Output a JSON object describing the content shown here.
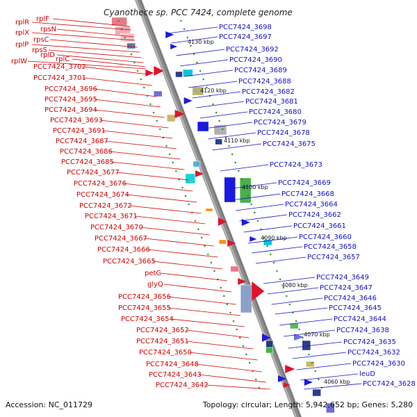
{
  "title": "Cyanothece sp. PCC 7424, complete genome",
  "accession": "Accession: NC_011729",
  "summary": "Topology: circular; Length: 5,942,652 bp; Genes: 5,280",
  "colors": {
    "axis": "#8c8c8c",
    "left_label": "#d00000",
    "right_label": "#1010c8",
    "tick": "#2a8a2a"
  },
  "ticks": [
    "4130 kbp",
    "4120 kbp",
    "4110 kbp",
    "4100 kbp",
    "4090 kbp",
    "4080 kbp",
    "4070 kbp",
    "4060 kbp"
  ],
  "left_labels": [
    "rplF",
    "rplR",
    "rpsN",
    "rplX",
    "rpsC",
    "rplP",
    "rpsS",
    "rplD",
    "rplW",
    "rplC",
    "PCC7424_3702",
    "PCC7424_3701",
    "PCC7424_3696",
    "PCC7424_3695",
    "PCC7424_3694",
    "PCC7424_3693",
    "PCC7424_3691",
    "PCC7424_3687",
    "PCC7424_3686",
    "PCC7424_3685",
    "PCC7424_3677",
    "PCC7424_3676",
    "PCC7424_3674",
    "PCC7424_3672",
    "PCC7424_3671",
    "PCC7424_3670",
    "PCC7424_3667",
    "PCC7424_3666",
    "PCC7424_3665",
    "petG",
    "glyQ",
    "PCC7424_3656",
    "PCC7424_3655",
    "PCC7424_3654",
    "PCC7424_3652",
    "PCC7424_3651",
    "PCC7424_3650",
    "PCC7424_3648",
    "PCC7424_3643",
    "PCC7424_3642"
  ],
  "right_labels": [
    "PCC7424_3698",
    "PCC7424_3697",
    "PCC7424_3692",
    "PCC7424_3690",
    "PCC7424_3689",
    "PCC7424_3688",
    "PCC7424_3682",
    "PCC7424_3681",
    "PCC7424_3680",
    "PCC7424_3679",
    "PCC7424_3678",
    "PCC7424_3675",
    "PCC7424_3673",
    "PCC7424_3669",
    "PCC7424_3668",
    "PCC7424_3664",
    "PCC7424_3662",
    "PCC7424_3661",
    "PCC7424_3660",
    "PCC7424_3658",
    "PCC7424_3657",
    "PCC7424_3649",
    "PCC7424_3647",
    "PCC7424_3646",
    "PCC7424_3645",
    "PCC7424_3644",
    "PCC7424_3638",
    "PCC7424_3635",
    "PCC7424_3632",
    "PCC7424_3630",
    "leuD",
    "PCC7424_3628"
  ]
}
